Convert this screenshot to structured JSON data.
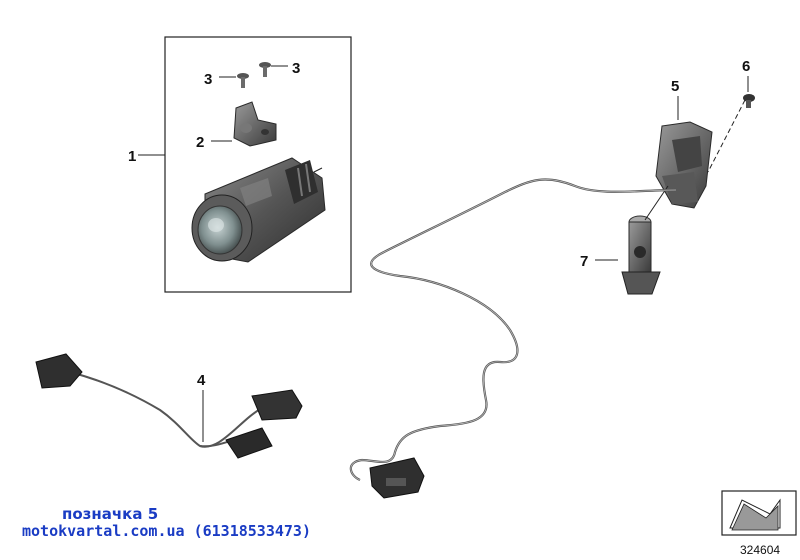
{
  "callouts": {
    "part_1": "1",
    "part_2": "2",
    "part_3_left": "3",
    "part_3_right": "3",
    "part_4": "4",
    "part_5": "5",
    "part_6": "6",
    "part_7": "7"
  },
  "overlay": {
    "label": "позначка 5",
    "site": "motokvartal.com.ua (61318533473)"
  },
  "diagram_id": "324604",
  "colors": {
    "line": "#222222",
    "part_dark": "#3a3a3a",
    "part_mid": "#6b6b6b",
    "part_light": "#a9a9a9",
    "watermark": "#1a3cc4"
  },
  "icons": [
    "arrow-corner-icon"
  ]
}
